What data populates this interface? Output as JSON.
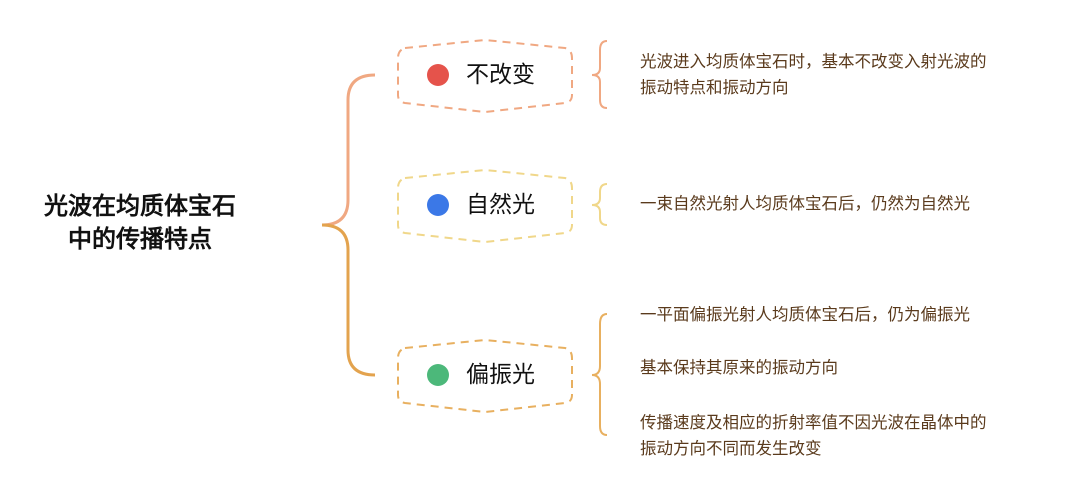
{
  "root": {
    "line1": "光波在均质体宝石",
    "line2": "中的传播特点"
  },
  "branches": [
    {
      "label": "不改变",
      "color": "#f0a882",
      "dot": "#e5534b",
      "details": [
        "光波进入均质体宝石时，基本不改变入射光波的",
        "振动特点和振动方向"
      ]
    },
    {
      "label": "自然光",
      "color": "#f0d78a",
      "dot": "#3b78e7",
      "details": [
        "一束自然光射人均质体宝石后，仍然为自然光"
      ]
    },
    {
      "label": "偏振光",
      "color": "#e8b060",
      "dot": "#4cb87a",
      "details": [
        "一平面偏振光射人均质体宝石后，仍为偏振光",
        "基本保持其原来的振动方向",
        "传播速度及相应的折射率值不因光波在晶体中的",
        "振动方向不同而发生改变"
      ]
    }
  ]
}
